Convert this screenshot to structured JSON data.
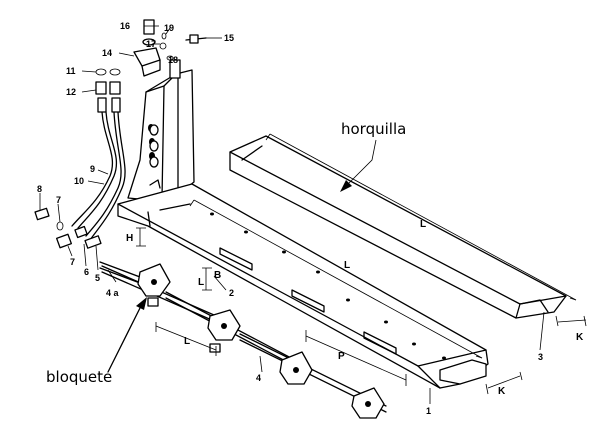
{
  "annotations": {
    "horquilla": "horquilla",
    "bloquete": "bloquete"
  },
  "part_numbers": {
    "p1": "1",
    "p2": "2",
    "p3": "3",
    "p4": "4",
    "p4a": "4 a",
    "p5": "5",
    "p6": "6",
    "p7a": "7",
    "p7b": "7",
    "p8": "8",
    "p9": "9",
    "p10": "10",
    "p11": "11",
    "p12": "12",
    "p14": "14",
    "p15": "15",
    "p16": "16",
    "p17": "17",
    "p18": "18",
    "p19": "19"
  },
  "dimensions": {
    "L_fork_top": "L",
    "L_fork_main": "L",
    "L_small": "L",
    "L_bar": "L",
    "B": "B",
    "H": "H",
    "P": "P",
    "K_right": "K",
    "K_bottom": "K"
  }
}
